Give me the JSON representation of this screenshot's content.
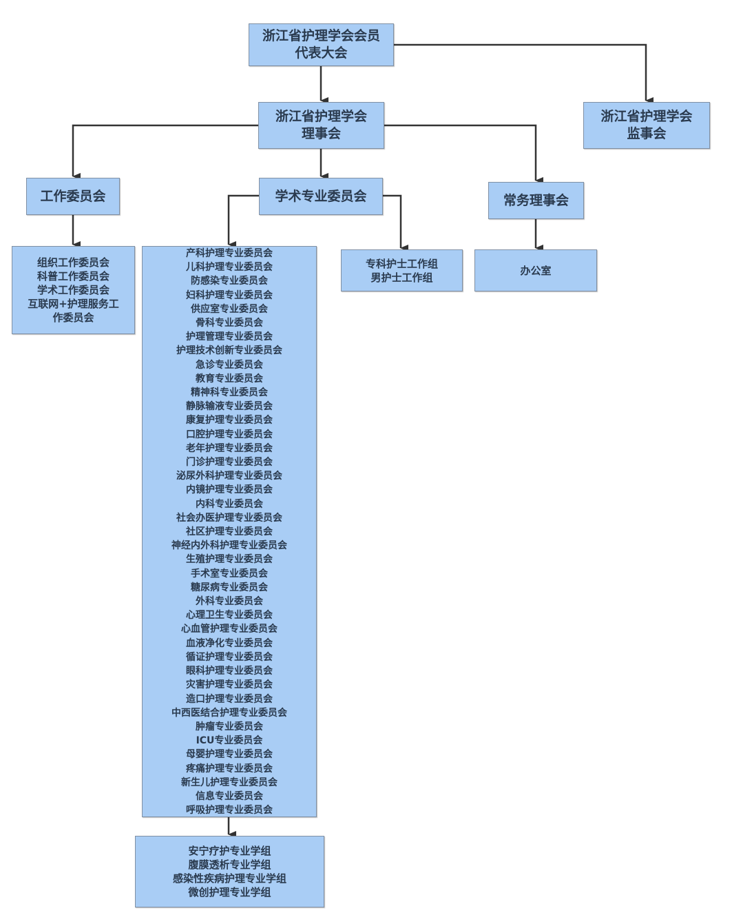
{
  "diagram": {
    "colors": {
      "box_fill": "#a9cdf5",
      "box_border": "#7f8fa3",
      "edge": "#333333",
      "text": "#2a3a4e"
    },
    "nodes": {
      "congress": {
        "lines": [
          "浙江省护理学会会员",
          "代表大会"
        ]
      },
      "council": {
        "lines": [
          "浙江省护理学会",
          "理事会"
        ]
      },
      "supervisory": {
        "lines": [
          "浙江省护理学会",
          "监事会"
        ]
      },
      "work_committee": {
        "lines": [
          "工作委员会"
        ]
      },
      "academic_committee": {
        "lines": [
          "学术专业委员会"
        ]
      },
      "standing_council": {
        "lines": [
          "常务理事会"
        ]
      },
      "work_subcommittees": {
        "lines": [
          "组织工作委员会",
          "科普工作委员会",
          "学术工作委员会",
          "互联网+护理服务工",
          "作委员会"
        ]
      },
      "specialty_committees": {
        "lines": [
          "产科护理专业委员会",
          "儿科护理专业委员会",
          "防感染专业委员会",
          "妇科护理专业委员会",
          "供应室专业委员会",
          "骨科专业委员会",
          "护理管理专业委员会",
          "护理技术创新专业委员会",
          "急诊专业委员会",
          "教育专业委员会",
          "精神科专业委员会",
          "静脉输液专业委员会",
          "康复护理专业委员会",
          "口腔护理专业委员会",
          "老年护理专业委员会",
          "门诊护理专业委员会",
          "泌尿外科护理专业委员会",
          "内镜护理专业委员会",
          "内科专业委员会",
          "社会办医护理专业委员会",
          "社区护理专业委员会",
          "神经内外科护理专业委员会",
          "生殖护理专业委员会",
          "手术室专业委员会",
          "糖尿病专业委员会",
          "外科专业委员会",
          "心理卫生专业委员会",
          "心血管护理专业委员会",
          "血液净化专业委员会",
          "循证护理专业委员会",
          "眼科护理专业委员会",
          "灾害护理专业委员会",
          "造口护理专业委员会",
          "中西医结合护理专业委员会",
          "肿瘤专业委员会",
          "ICU专业委员会",
          "母婴护理专业委员会",
          "疼痛护理专业委员会",
          "新生儿护理专业委员会",
          "信息专业委员会",
          "呼吸护理专业委员会"
        ]
      },
      "nurse_groups": {
        "lines": [
          "专科护士工作组",
          "男护士工作组"
        ]
      },
      "office": {
        "lines": [
          "办公室"
        ]
      },
      "study_groups": {
        "lines": [
          "安宁疗护专业学组",
          "腹膜透析专业学组",
          "感染性疾病护理专业学组",
          "微创护理专业学组"
        ]
      }
    },
    "edges": [
      {
        "from": "congress",
        "to": "council"
      },
      {
        "from": "congress",
        "to": "supervisory"
      },
      {
        "from": "council",
        "to": "work_committee"
      },
      {
        "from": "council",
        "to": "academic_committee"
      },
      {
        "from": "council",
        "to": "standing_council"
      },
      {
        "from": "work_committee",
        "to": "work_subcommittees"
      },
      {
        "from": "academic_committee",
        "to": "specialty_committees"
      },
      {
        "from": "academic_committee",
        "to": "nurse_groups"
      },
      {
        "from": "standing_council",
        "to": "office"
      },
      {
        "from": "specialty_committees",
        "to": "study_groups"
      }
    ]
  }
}
